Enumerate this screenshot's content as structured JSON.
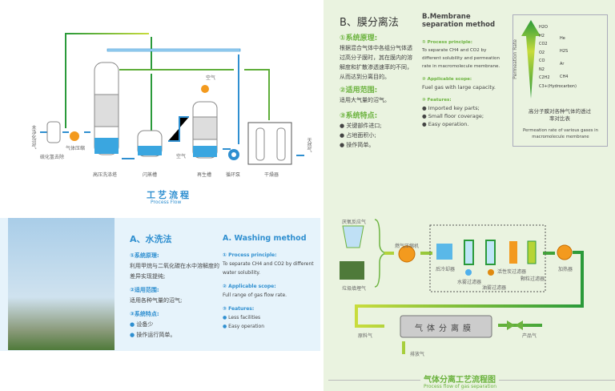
{
  "process_flow": {
    "title_cn": "工艺流程",
    "title_en": "Process Flow",
    "labels": {
      "raw_gas": "未净化沼气",
      "h2s_removal": "硫化氢去除",
      "compressor": "气体压缩",
      "scrubber": "高压洗涤塔",
      "flash_tank": "闪蒸槽",
      "air_in": "空气",
      "regen_tank": "再生槽",
      "pump": "循环泵",
      "dryer": "干燥器",
      "natural_gas": "天然气",
      "air_out": "空气"
    }
  },
  "washing": {
    "title_cn": "A、水洗法",
    "title_en": "A. Washing method",
    "cn": {
      "h1": "①系统原理:",
      "p1": "利用甲烷与二氧化碳在水中溶解度的差异实现提纯;",
      "h2": "②适用范围:",
      "p2": "适用各种气量的沼气;",
      "h3": "③系统特点:",
      "items": [
        "设备少",
        "操作运行简单。"
      ]
    },
    "en": {
      "h1": "① Process principle:",
      "p1": "To separate CH4 and CO2 by different water solubility.",
      "h2": "② Applicable scope:",
      "p2": "Full range of gas flow rate.",
      "h3": "③ Features:",
      "items": [
        "Less facilities",
        "Easy operation"
      ]
    }
  },
  "membrane": {
    "title_cn": "B、膜分离法",
    "title_en": "B.Membrane separation method",
    "cn": {
      "h1": "①系统原理:",
      "p1": "根据混合气体中各组分气体透过高分子膜时，其在膜内的溶解度和扩散渗透速率的不同，从而达到分离目的。",
      "h2": "②适用范围:",
      "p2": "适用大气量的沼气。",
      "h3": "③系统特点:",
      "items": [
        "关键部件进口;",
        "占地面积小;",
        "操作简单。"
      ]
    },
    "en": {
      "h1": "① Process principle:",
      "p1": "To separate CH4 and CO2 by different solubility and permeation rate in macromolecule membrane.",
      "h2": "② Applicable scope:",
      "p2": "Fuel gas with large capacity.",
      "h3": "③ Features:",
      "items": [
        "Imported key parts;",
        "Small floor coverage;",
        "Easy operation."
      ]
    }
  },
  "permeation": {
    "axis": "Permeation Rate",
    "left": [
      "H2O",
      "H2",
      "CO2",
      "O2",
      "CO",
      "N2",
      "C2H2",
      "C3+(Hydrocarbon)"
    ],
    "right": [
      "He",
      "H2S",
      "Ar",
      "CH4"
    ],
    "caption_cn": "高分子膜对各种气体的透过率对比表",
    "caption_en": "Permeation rate of various gases in macromolecule membrane"
  },
  "gas_sep": {
    "labels": {
      "source1": "厌氧反应气",
      "source2": "垃圾填埋气",
      "compressor": "燃气压缩机",
      "cooler": "后冷却器",
      "water_filter": "水雾过滤器",
      "oil_filter": "油雾过滤器",
      "activated": "活性炭过滤器",
      "particle": "颗粒过滤器",
      "heater": "加热器",
      "feed": "原料气",
      "membrane": "气体分离膜",
      "product": "产品气",
      "exhaust": "排放气"
    },
    "title_cn": "气体分离工艺流程图",
    "title_en": "Process flow of gas separation"
  },
  "colors": {
    "blue": "#2f8fd0",
    "green": "#6cb33f",
    "dark_green": "#2a9a3a",
    "orange": "#f39a1e"
  }
}
